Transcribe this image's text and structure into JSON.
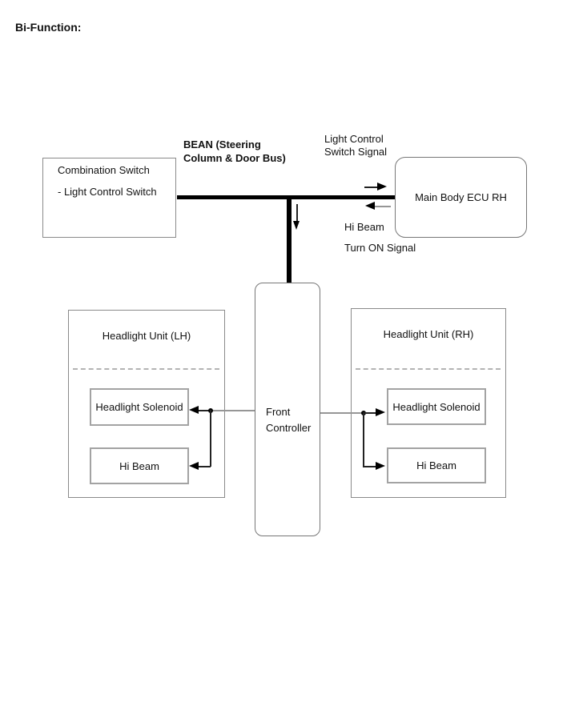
{
  "page": {
    "title": "Bi-Function:"
  },
  "labels": {
    "bus_label": "BEAN (Steering\nColumn & Door Bus)",
    "light_control_signal": "Light Control\nSwitch Signal",
    "hi_beam_signal": "Hi Beam",
    "turn_on_signal": "Turn ON Signal"
  },
  "nodes": {
    "combination_switch": {
      "line1": "Combination Switch",
      "line2": "- Light Control Switch"
    },
    "main_body_ecu": {
      "label": "Main Body ECU RH"
    },
    "front_controller": {
      "label": "Front\nController"
    },
    "headlight_unit_lh": {
      "title": "Headlight Unit (LH)",
      "solenoid": "Headlight Solenoid",
      "hi_beam": "Hi Beam"
    },
    "headlight_unit_rh": {
      "title": "Headlight Unit (RH)",
      "solenoid": "Headlight Solenoid",
      "hi_beam": "Hi Beam"
    }
  },
  "colors": {
    "bus": "#000000",
    "box_border": "#8a8a8a",
    "connector_gray": "#969696",
    "dashed_divider": "#b3b3b3",
    "text": "#111111"
  }
}
